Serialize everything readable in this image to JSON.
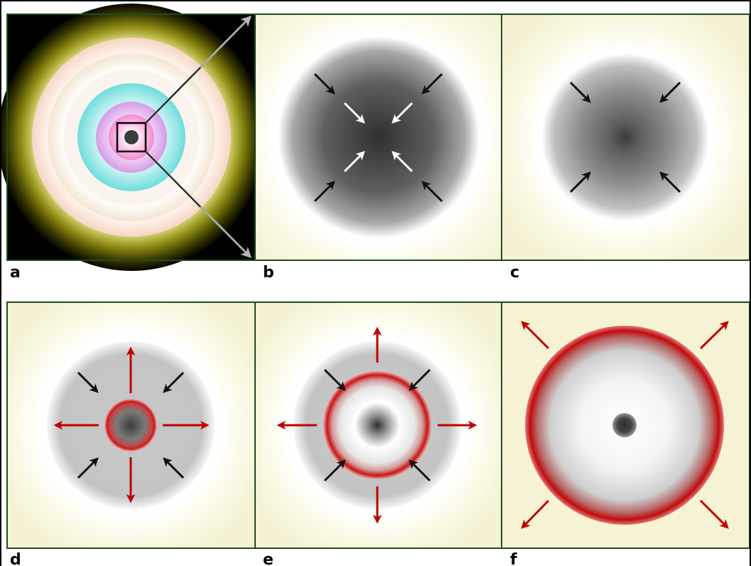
{
  "figure": {
    "panels": [
      {
        "id": "a",
        "label": "a"
      },
      {
        "id": "b",
        "label": "b"
      },
      {
        "id": "c",
        "label": "c"
      },
      {
        "id": "d",
        "label": "d"
      },
      {
        "id": "e",
        "label": "e"
      },
      {
        "id": "f",
        "label": "f"
      }
    ]
  },
  "colors": {
    "panel_border": "#1e4d1e",
    "background_cream": "#f5f3d3",
    "inward_arrow": "#111111",
    "inward_arrow_light": "#ffffff",
    "outward_arrow": "#c00000",
    "shock_front": "#c81414",
    "core": "#3c3c3c",
    "zoom_lines": "#a8a8a8"
  }
}
